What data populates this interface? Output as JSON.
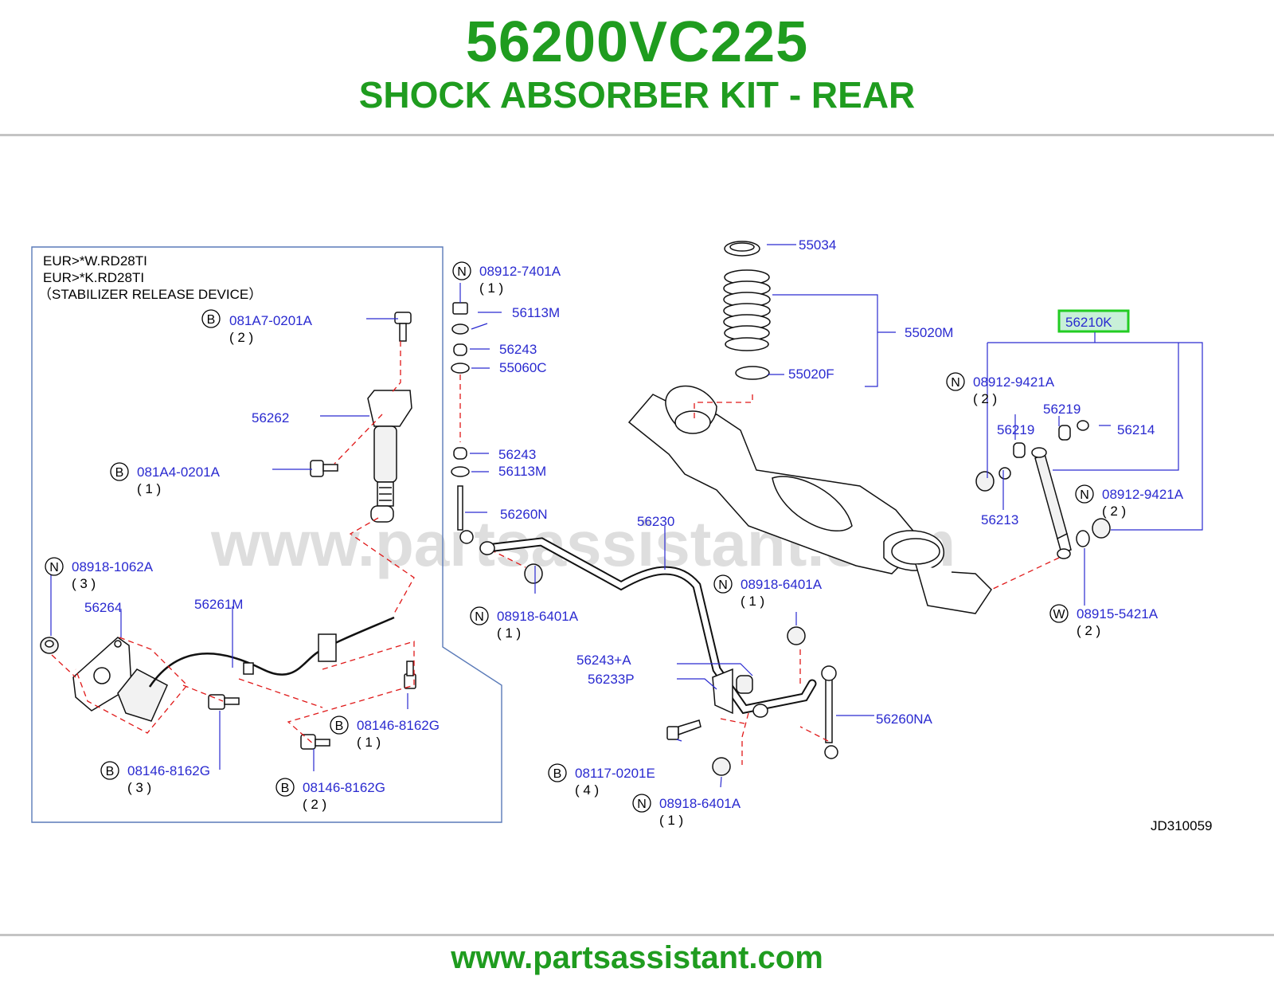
{
  "header": {
    "part_number": "56200VC225",
    "part_name": "SHOCK ABSORBER KIT - REAR"
  },
  "footer": {
    "url": "www.partsassistant.com"
  },
  "watermark": "www.partsassistant.com",
  "diagram_code": "JD310059",
  "inset": {
    "notes": [
      "EUR>*W.RD28TI",
      "EUR>*K.RD28TI",
      "（STABILIZER  RELEASE  DEVICE）"
    ]
  },
  "highlight": {
    "label": "56210K",
    "color": "#22cc22"
  },
  "colors": {
    "title": "#1f9c1f",
    "label": "#2a2ad0",
    "dashed_link": "#e01818",
    "highlight_border": "#22cc22",
    "highlight_fill": "#c8f0d8"
  },
  "callouts": [
    {
      "label": "081A7-0201A",
      "badge": "B",
      "qty": "( 2 )"
    },
    {
      "label": "56262"
    },
    {
      "label": "081A4-0201A",
      "badge": "B",
      "qty": "( 1 )"
    },
    {
      "label": "08918-1062A",
      "badge": "N",
      "qty": "( 3 )"
    },
    {
      "label": "56264"
    },
    {
      "label": "56261M"
    },
    {
      "label": "08146-8162G",
      "badge": "B",
      "qty": "( 1 )"
    },
    {
      "label": "08146-8162G",
      "badge": "B",
      "qty": "( 3 )"
    },
    {
      "label": "08146-8162G",
      "badge": "B",
      "qty": "( 2 )"
    },
    {
      "label": "08912-7401A",
      "badge": "N",
      "qty": "( 1 )"
    },
    {
      "label": "56113M"
    },
    {
      "label": "56243"
    },
    {
      "label": "55060C"
    },
    {
      "label": "56243"
    },
    {
      "label": "56113M"
    },
    {
      "label": "56260N"
    },
    {
      "label": "08918-6401A",
      "badge": "N",
      "qty": "( 1 )"
    },
    {
      "label": "56230"
    },
    {
      "label": "08918-6401A",
      "badge": "N",
      "qty": "( 1 )"
    },
    {
      "label": "56243+A"
    },
    {
      "label": "56233P"
    },
    {
      "label": "56260NA"
    },
    {
      "label": "08117-0201E",
      "badge": "B",
      "qty": "( 4 )"
    },
    {
      "label": "08918-6401A",
      "badge": "N",
      "qty": "( 1 )"
    },
    {
      "label": "55034"
    },
    {
      "label": "55020M"
    },
    {
      "label": "55020F"
    },
    {
      "label": "08912-9421A",
      "badge": "N",
      "qty": "( 2 )"
    },
    {
      "label": "56219"
    },
    {
      "label": "56219"
    },
    {
      "label": "56214"
    },
    {
      "label": "56213"
    },
    {
      "label": "08912-9421A",
      "badge": "N",
      "qty": "( 2 )"
    },
    {
      "label": "08915-5421A",
      "badge": "W",
      "qty": "( 2 )"
    }
  ]
}
